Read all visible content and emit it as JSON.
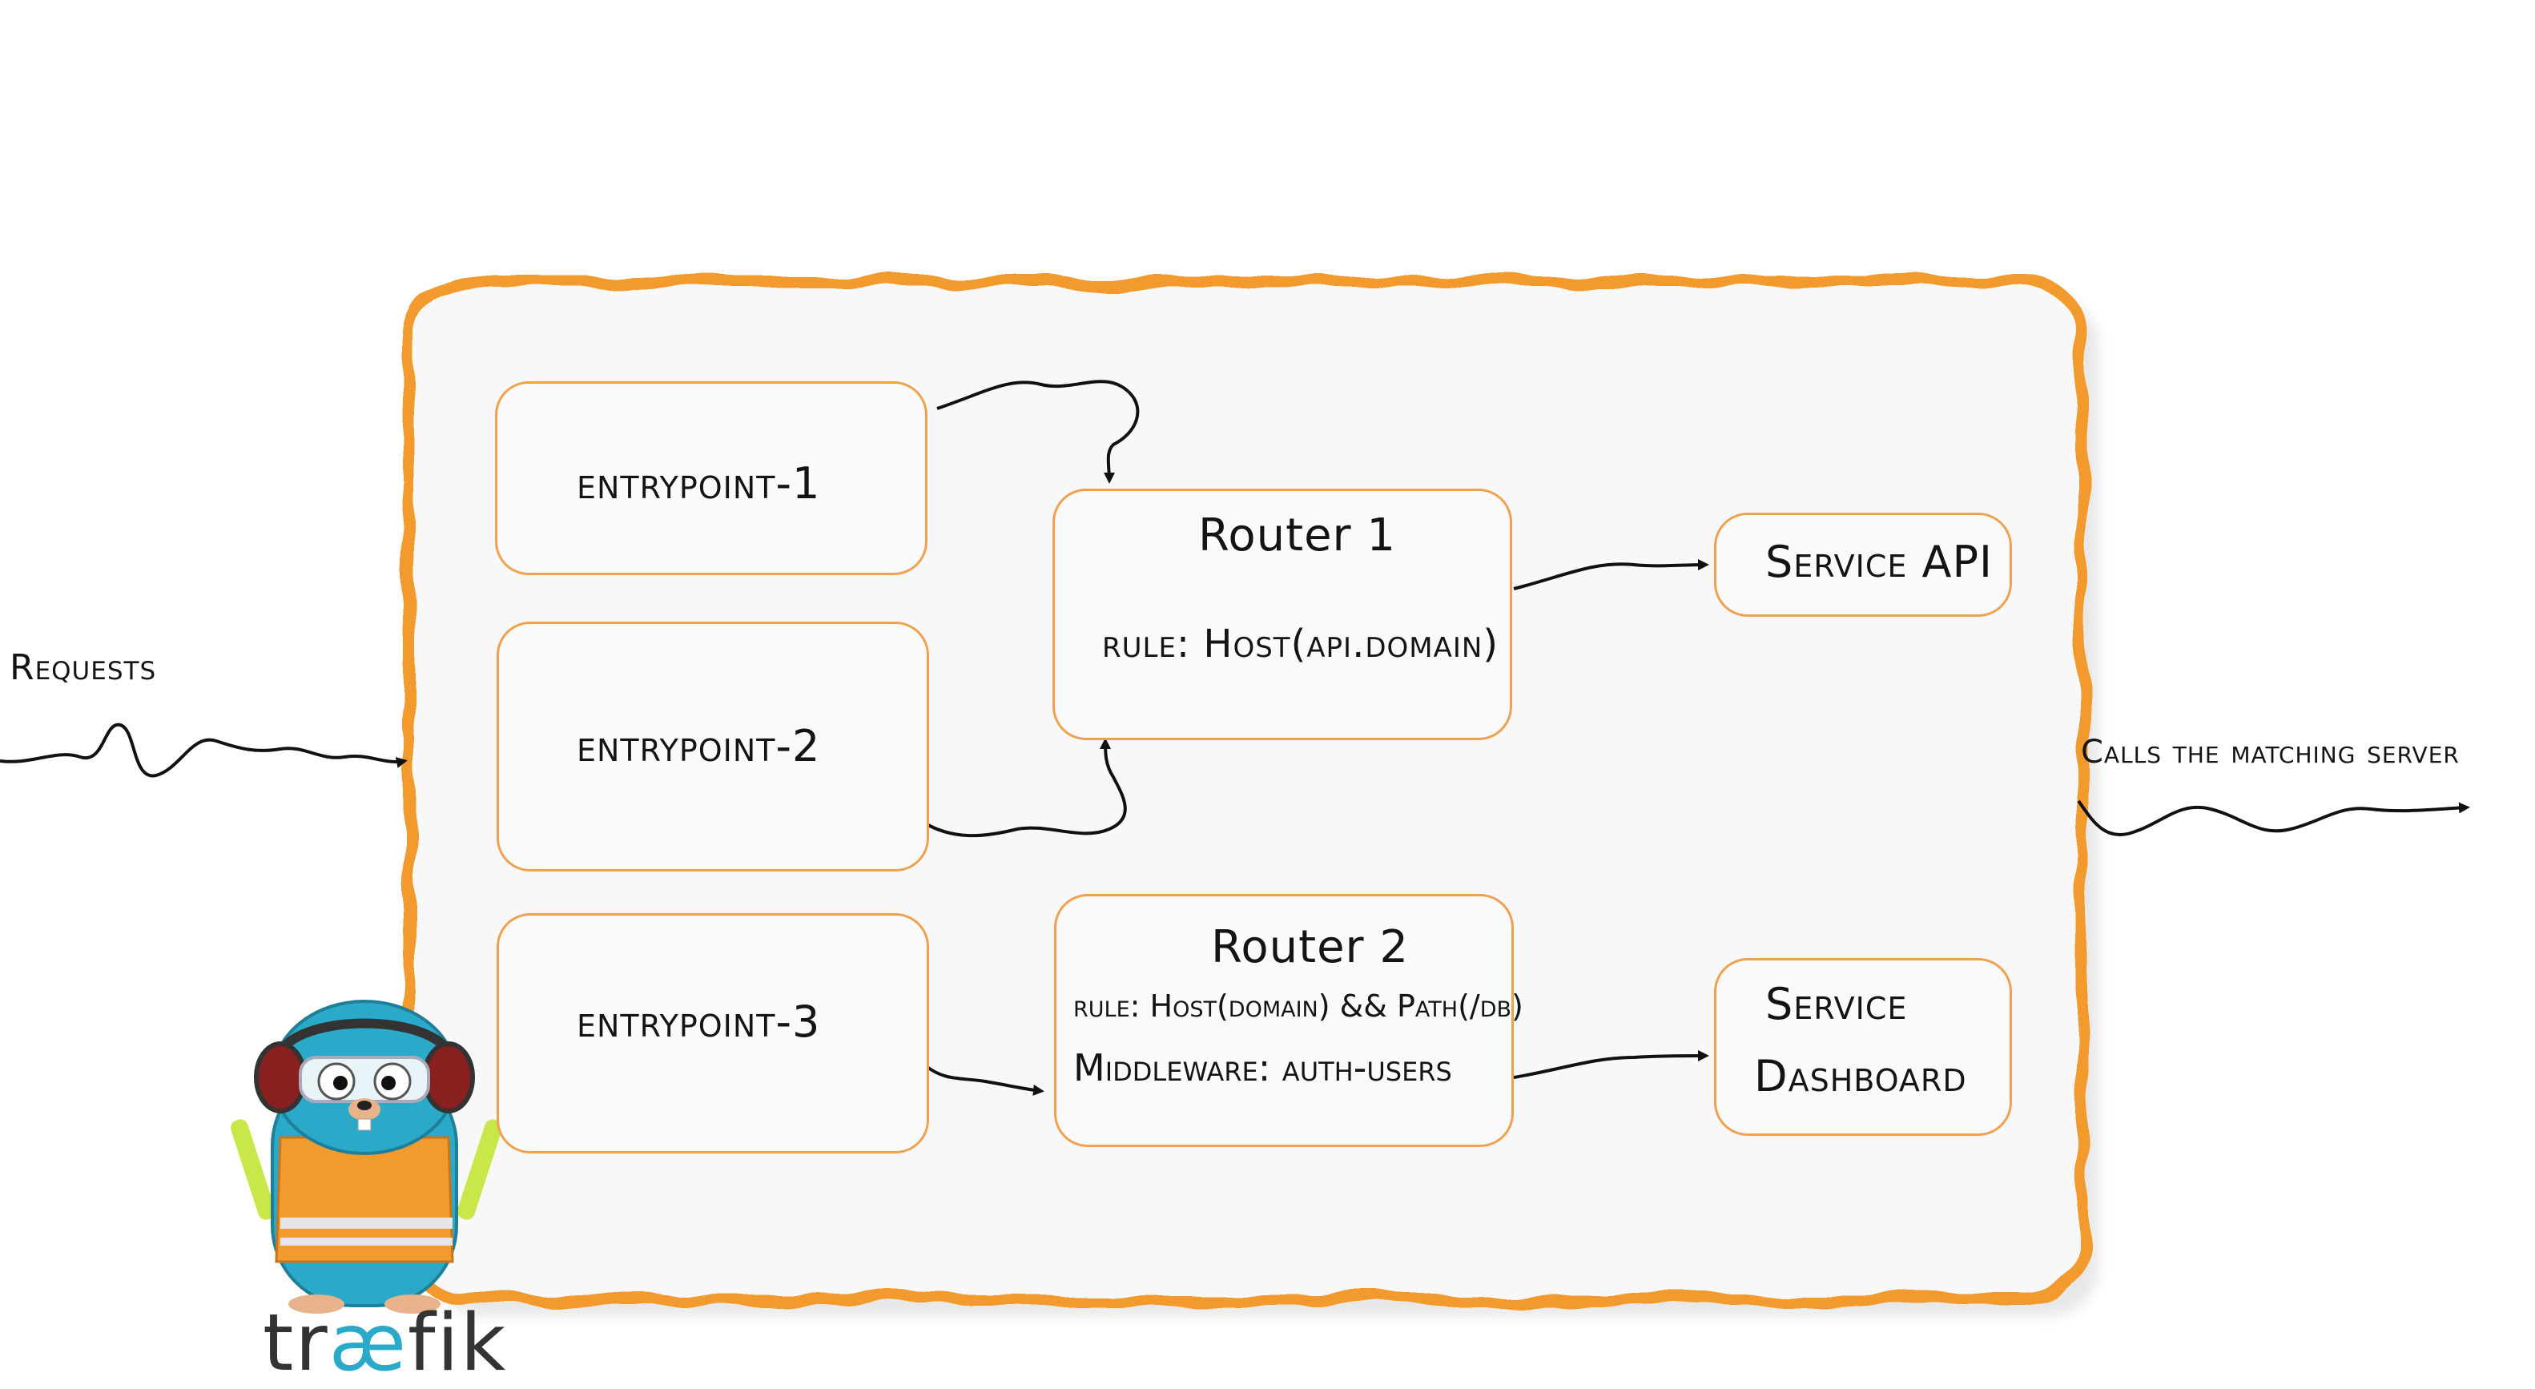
{
  "diagram": {
    "incoming_label": "Requests",
    "outgoing_label": "Calls the matching server",
    "entrypoints": [
      {
        "label": "entrypoint-1"
      },
      {
        "label": "entrypoint-2"
      },
      {
        "label": "entrypoint-3"
      }
    ],
    "routers": [
      {
        "title": "Router 1",
        "rule": "rule: Host(api.domain)",
        "middleware": ""
      },
      {
        "title": "Router 2",
        "rule": "rule: Host(domain) && Path(/db)",
        "middleware": "Middleware: auth-users"
      }
    ],
    "services": [
      {
        "line1": "Service API",
        "line2": ""
      },
      {
        "line1": "Service",
        "line2": "Dashboard"
      }
    ]
  },
  "logo": {
    "text_prefix": "tr",
    "text_accent": "æ",
    "text_suffix": "fik"
  },
  "colors": {
    "frame_orange": "#f39a2e",
    "box_border": "#f0a150",
    "panel_fill": "#f8f8f8",
    "ink": "#141414",
    "gopher_blue": "#2aa9c8",
    "vest_orange": "#f39a2e"
  }
}
